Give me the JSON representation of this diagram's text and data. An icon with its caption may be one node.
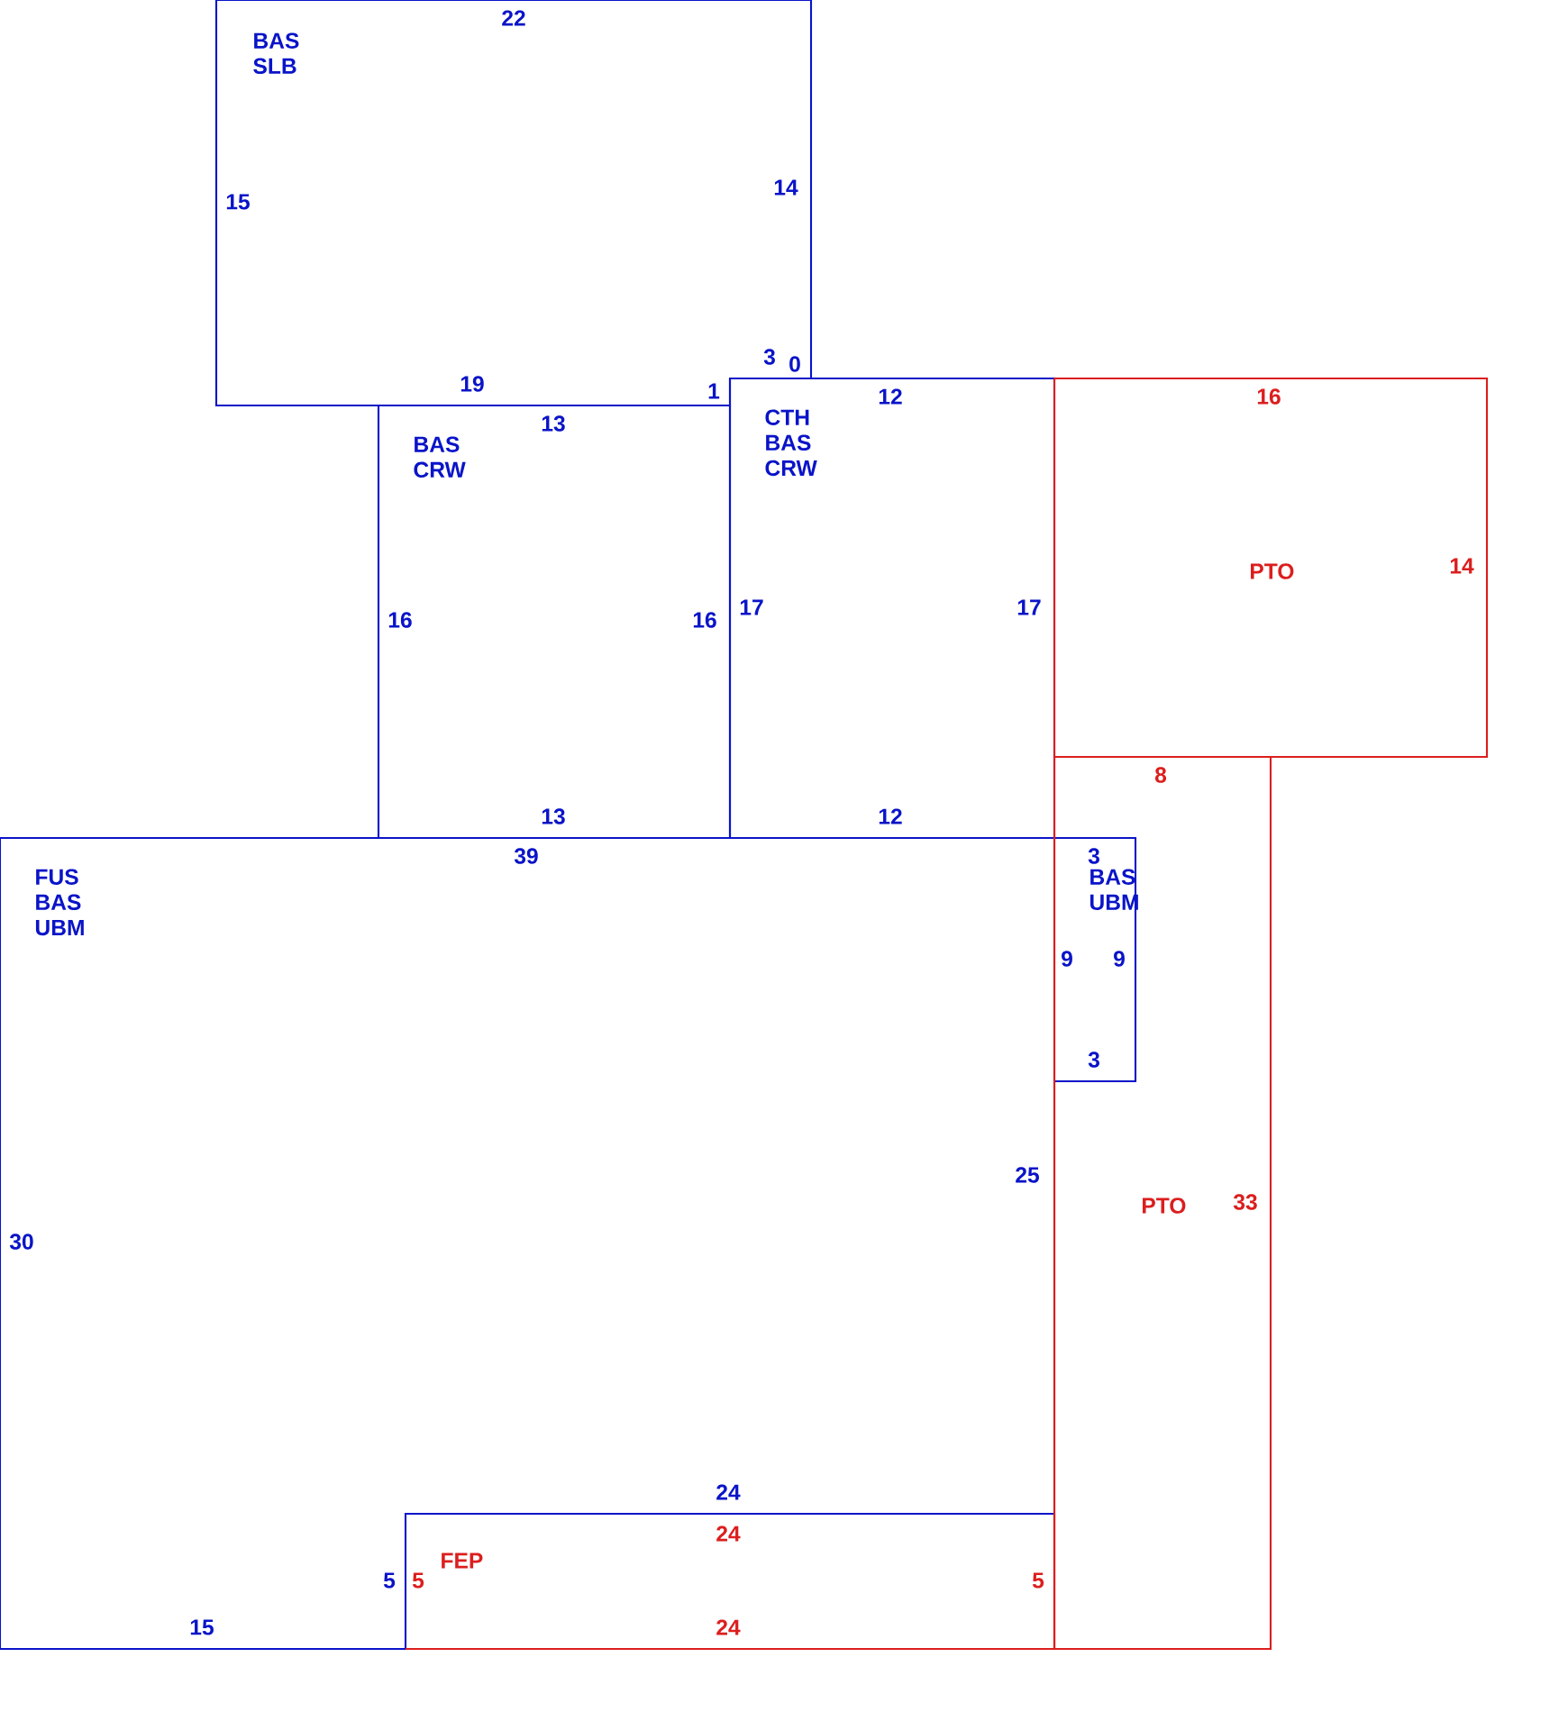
{
  "diagram": {
    "nodes": [
      {
        "text": [
          "BAS SLB"
        ]
      },
      {
        "text": [
          "BAS CRW"
        ]
      },
      {
        "text": [
          "CTH BAS CRW"
        ]
      },
      {
        "text": [
          "PTO"
        ]
      },
      {
        "text": [
          "FUS BAS UBM"
        ]
      },
      {
        "text": [
          "FEP"
        ],
        "in": 4
      },
      {
        "text": [
          "PTO"
        ]
      },
      {
        "text": [
          "BAS UBM"
        ],
        "in": 6
      }
    ],
    "labels": [
      "22",
      "14",
      "15",
      "3",
      "0",
      "1",
      "19",
      "12",
      "16",
      "13",
      "17",
      "17",
      "14",
      "16",
      "16",
      "8",
      "13",
      "12",
      "39",
      "3",
      "9",
      "9",
      "3",
      "25",
      "33",
      "30",
      "24",
      "24",
      "5",
      "5",
      "5",
      "15",
      "24"
    ]
  }
}
